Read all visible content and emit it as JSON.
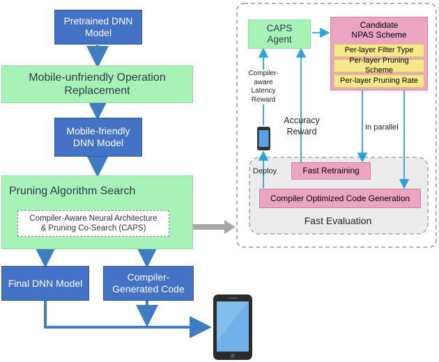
{
  "left_flow": {
    "pretrained": "Pretrained DNN\nModel",
    "replacement": "Mobile-unfriendly Operation\nReplacement",
    "mobile_friendly": "Mobile-friendly\nDNN Model",
    "pruning_search": "Pruning Algorithm Search",
    "caps_box": "Compiler-Aware Neural Architecture\n& Pruning Co-Search (CAPS)",
    "final_model": "Final DNN Model",
    "generated_code": "Compiler-\nGenerated Code"
  },
  "right_panel": {
    "caps_agent": "CAPS\nAgent",
    "candidate_title": "Candidate\nNPAS Scheme",
    "candidate_items": [
      "Per-layer Filter Type",
      "Per-layer Pruning Scheme",
      "Per-layer Pruning Rate"
    ],
    "latency_reward": "Compiler-\naware\nLatency\nReward",
    "accuracy_reward": "Accuracy\nReward",
    "in_parallel": "In parallel",
    "deploy": "Deploy",
    "fast_retraining": "Fast Retraining",
    "code_generation": "Compiler Optimized Code Generation",
    "fast_evaluation": "Fast Evaluation"
  },
  "colors": {
    "blue_box": "#4472c4",
    "green_box": "#a6f2b7",
    "pink_box": "#eba5c2",
    "yellow_box": "#f5e88a",
    "arrow_blue": "#3e7cc4",
    "arrow_cyan": "#2aa3d8",
    "dashed_border": "#999999"
  },
  "icons": [
    "smartphone-icon",
    "small-phone-icon",
    "double-arrow-icon"
  ]
}
